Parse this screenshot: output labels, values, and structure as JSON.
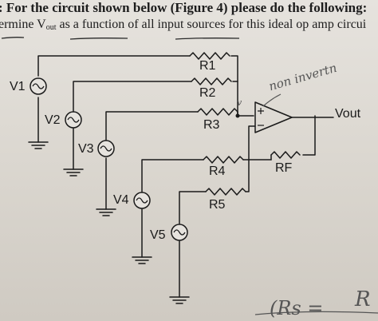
{
  "header": {
    "title": ": For the circuit shown below (Figure 4) please do the following:",
    "subtitle_prefix": "ermine V",
    "subtitle_sub": "out",
    "subtitle_rest": " as a function of all input sources for this ideal op amp circui"
  },
  "circuit": {
    "sources": [
      "V1",
      "V2",
      "V3",
      "V4",
      "V5"
    ],
    "resistors": [
      "R1",
      "R2",
      "R3",
      "R4",
      "RF",
      "R5"
    ],
    "output_label": "Vout"
  },
  "handwriting": {
    "note": "non invertn",
    "node_mark": "v",
    "corner_left": "(Rs =",
    "corner_right": "R"
  },
  "colors": {
    "ink": "#1a1a1a",
    "pencil": "#555555"
  }
}
